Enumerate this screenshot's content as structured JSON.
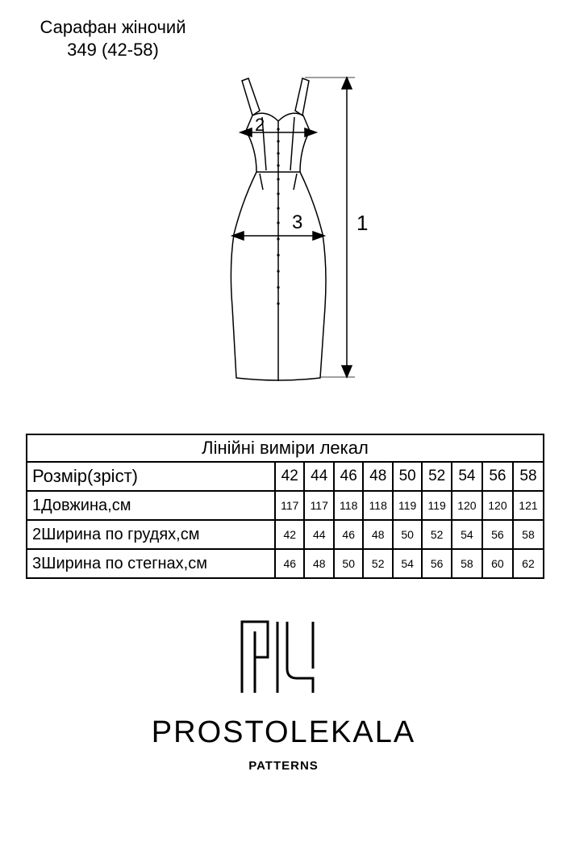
{
  "header": {
    "title_line1": "Сарафан жіночий",
    "title_line2": "349 (42-58)"
  },
  "sketch": {
    "dim1": "1",
    "dim2": "2",
    "dim3": "3"
  },
  "table": {
    "caption": "Лінійні виміри лекал",
    "size_label": "Розмір(зріст)",
    "sizes": [
      "42",
      "44",
      "46",
      "48",
      "50",
      "52",
      "54",
      "56",
      "58"
    ],
    "rows": [
      {
        "label": "1Довжина,см",
        "values": [
          "117",
          "117",
          "118",
          "118",
          "119",
          "119",
          "120",
          "120",
          "121"
        ]
      },
      {
        "label": "2Ширина по грудях,см",
        "values": [
          "42",
          "44",
          "46",
          "48",
          "50",
          "52",
          "54",
          "56",
          "58"
        ]
      },
      {
        "label": "3Ширина по стегнах,см",
        "values": [
          "46",
          "48",
          "50",
          "52",
          "54",
          "56",
          "58",
          "60",
          "62"
        ]
      }
    ]
  },
  "brand": {
    "name": "PROSTOLEKALA",
    "sub": "PATTERNS"
  }
}
